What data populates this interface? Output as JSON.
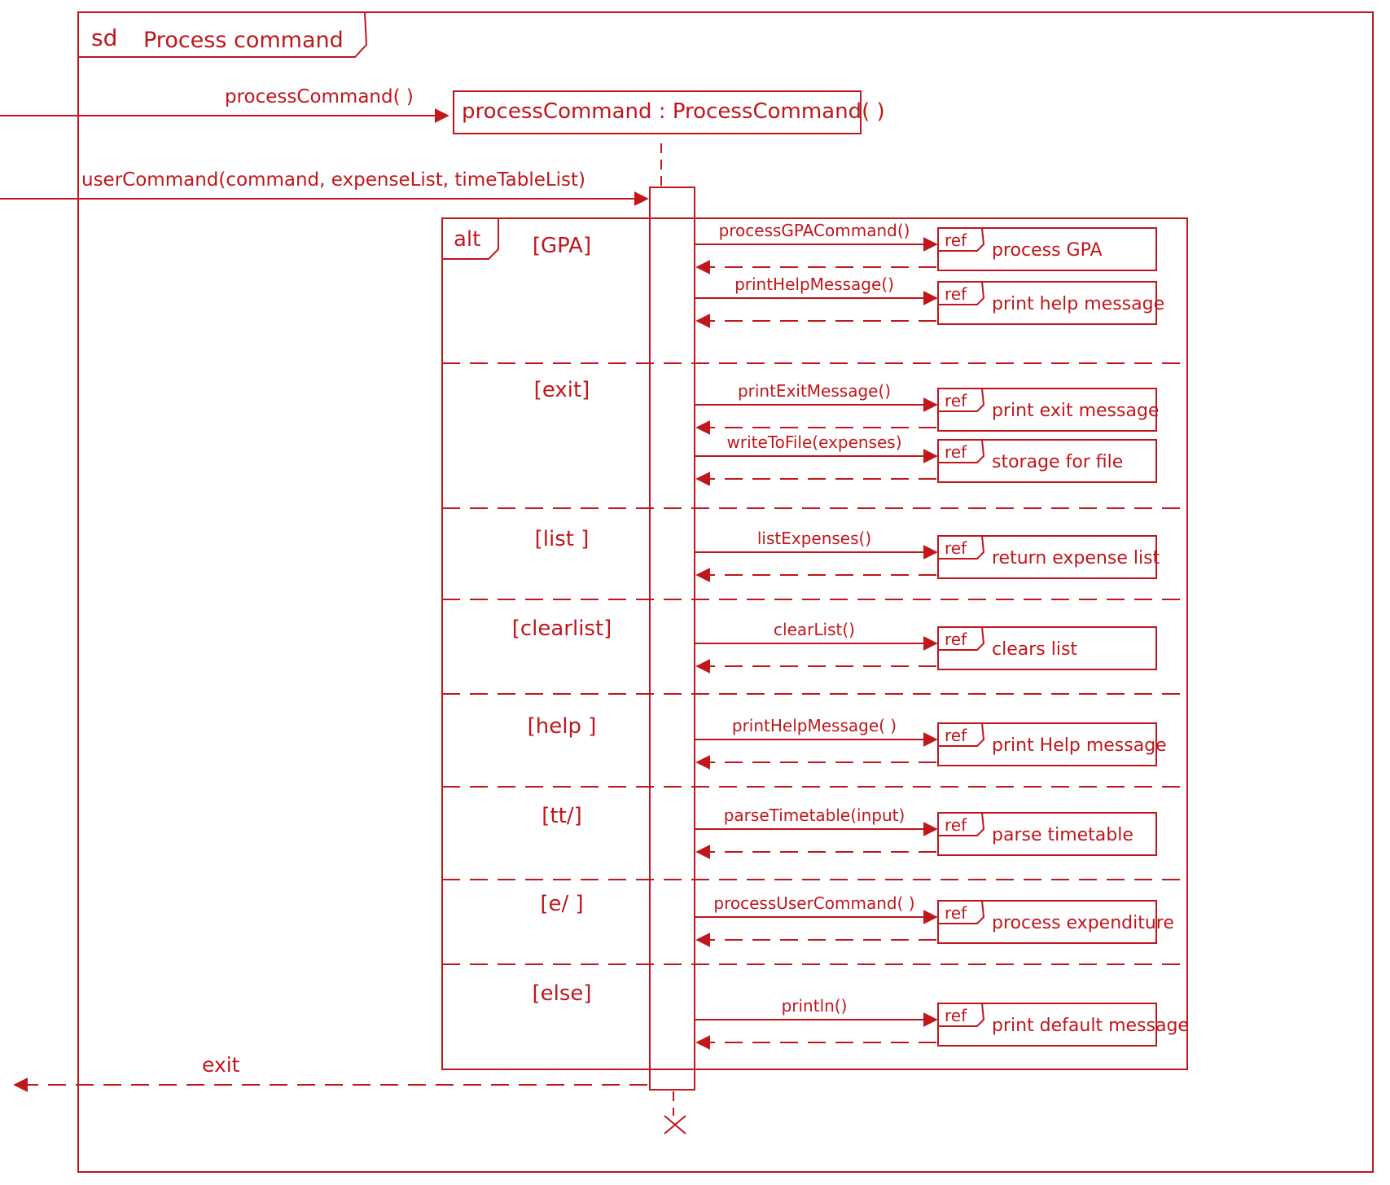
{
  "frame": {
    "kind": "sd",
    "title": "Process command"
  },
  "lifeline": {
    "label": "processCommand : ProcessCommand( )"
  },
  "incoming": [
    {
      "label": "processCommand( )"
    },
    {
      "label": "userCommand(command, expenseList, timeTableList)"
    }
  ],
  "fragment": {
    "operator": "alt",
    "operands": [
      {
        "guard": "[GPA]",
        "calls": [
          {
            "message": "processGPACommand()",
            "ref": "process GPA"
          },
          {
            "message": "printHelpMessage()",
            "ref": "print help message"
          }
        ]
      },
      {
        "guard": "[exit]",
        "calls": [
          {
            "message": "printExitMessage()",
            "ref": "print exit message"
          },
          {
            "message": "writeToFile(expenses)",
            "ref": "storage for file"
          }
        ]
      },
      {
        "guard": "[list ]",
        "calls": [
          {
            "message": "listExpenses()",
            "ref": "return expense list"
          }
        ]
      },
      {
        "guard": "[clearlist]",
        "calls": [
          {
            "message": "clearList()",
            "ref": "clears list"
          }
        ]
      },
      {
        "guard": "[help ]",
        "calls": [
          {
            "message": "printHelpMessage( )",
            "ref": "print Help message"
          }
        ]
      },
      {
        "guard": "[tt/]",
        "calls": [
          {
            "message": "parseTimetable(input)",
            "ref": "parse timetable"
          }
        ]
      },
      {
        "guard": "[e/ ]",
        "calls": [
          {
            "message": "processUserCommand( )",
            "ref": "process expenditure"
          }
        ]
      },
      {
        "guard": "[else]",
        "calls": [
          {
            "message": "println()",
            "ref": "print default message"
          }
        ]
      }
    ]
  },
  "ref_keyword": "ref",
  "exit_label": "exit",
  "colors": {
    "ink": "#c0161c"
  }
}
